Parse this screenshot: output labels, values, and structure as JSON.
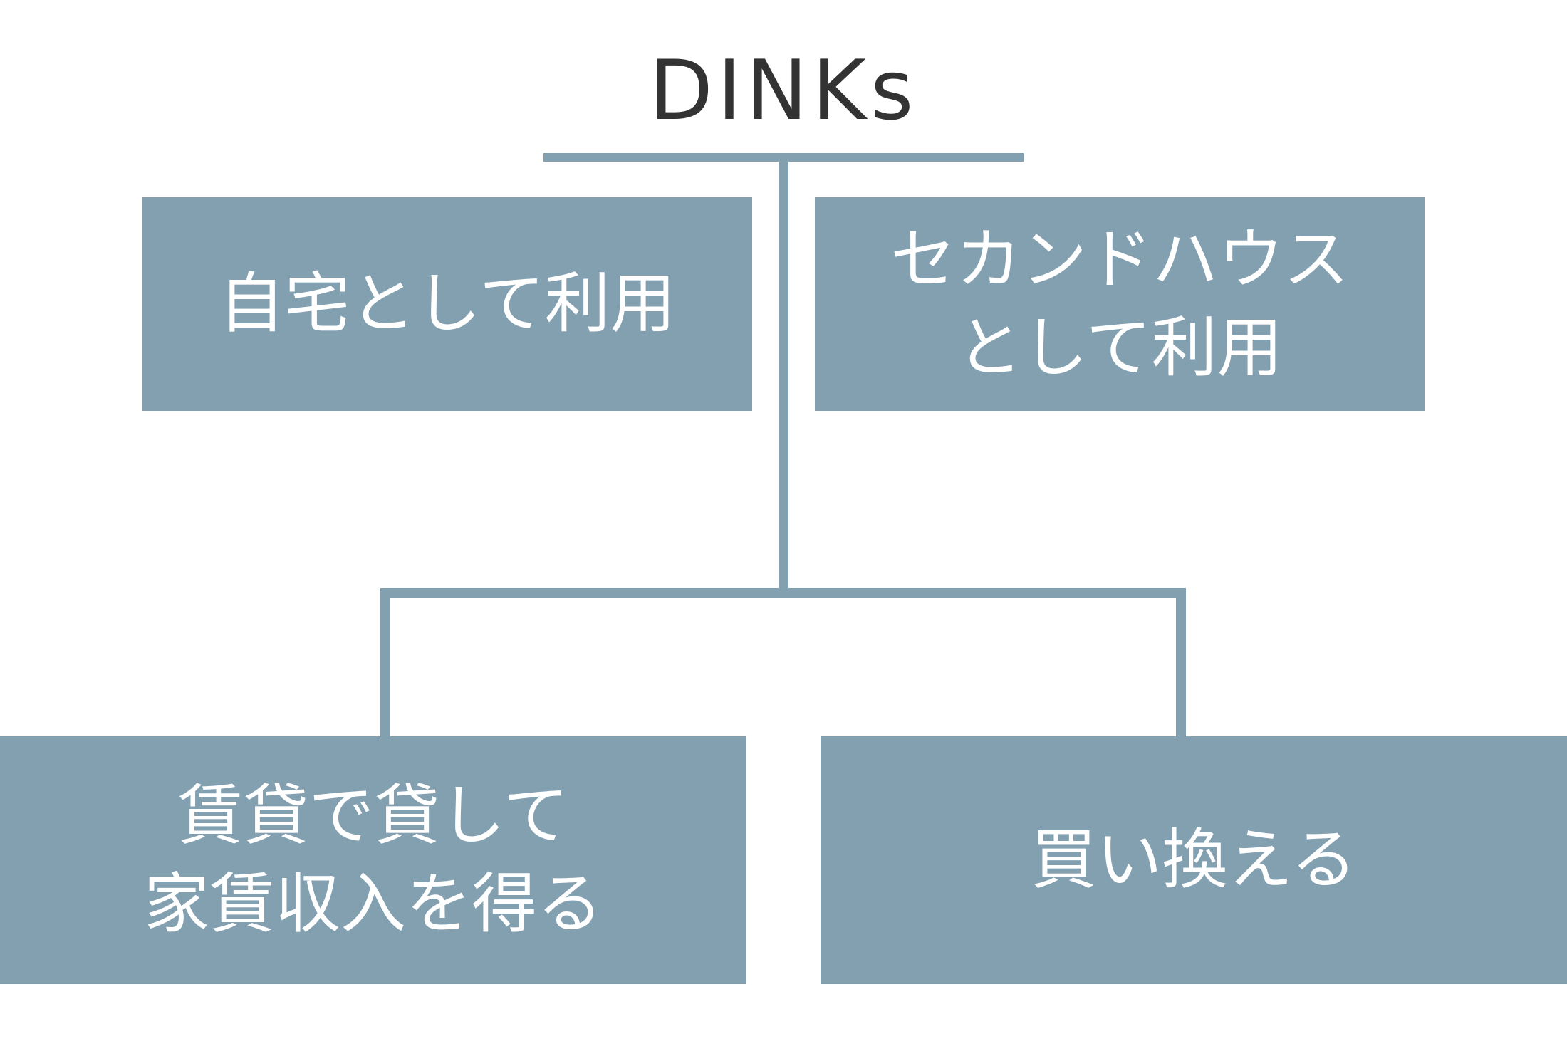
{
  "diagram": {
    "title": "DINKs",
    "nodes": {
      "top_left": "自宅として利用",
      "top_right": "セカンドハウス\nとして利用",
      "bottom_left": "賃貸で貸して\n家賃収入を得る",
      "bottom_right": "買い換える"
    },
    "line_color": "#83a0b1",
    "box_color": "#83a0b1",
    "text_color": "#ffffff",
    "title_color": "#333333"
  }
}
